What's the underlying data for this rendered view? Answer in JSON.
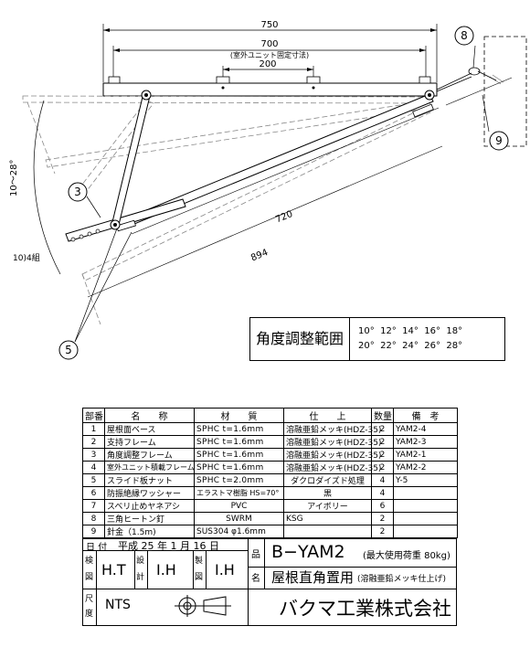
{
  "drawing": {
    "dims": {
      "d750": "750",
      "d700": "700",
      "note": "(室外ユニット固定寸法)",
      "d200": "200",
      "d720": "720",
      "d894": "894",
      "angle_range": "10～28°",
      "ref10": "10)4組"
    },
    "balloons": [
      "3",
      "5",
      "8",
      "9"
    ]
  },
  "angle_table": {
    "label": "角度調整範囲",
    "row1": "10°  12°  14°  16°  18°",
    "row2": "20°  22°  24°  26°  28°"
  },
  "parts_table": {
    "headers": {
      "no": "部番",
      "name": "名　　称",
      "material": "材　　質",
      "finish": "仕　　上",
      "qty": "数量",
      "remarks": "備　考"
    },
    "rows": [
      {
        "no": "1",
        "name": "屋根面ベース",
        "material": "SPHC t=1.6mm",
        "finish": "溶融亜鉛メッキ(HDZ-35)",
        "qty": "2",
        "remarks": "YAM2-4"
      },
      {
        "no": "2",
        "name": "支持フレーム",
        "material": "SPHC t=1.6mm",
        "finish": "溶融亜鉛メッキ(HDZ-35)",
        "qty": "2",
        "remarks": "YAM2-3"
      },
      {
        "no": "3",
        "name": "角度調整フレーム",
        "material": "SPHC t=1.6mm",
        "finish": "溶融亜鉛メッキ(HDZ-35)",
        "qty": "2",
        "remarks": "YAM2-1"
      },
      {
        "no": "4",
        "name": "室外ユニット積載フレーム",
        "material": "SPHC t=1.6mm",
        "finish": "溶融亜鉛メッキ(HDZ-35)",
        "qty": "2",
        "remarks": "YAM2-2"
      },
      {
        "no": "5",
        "name": "スライド板ナット",
        "material": "SPHC t=2.0mm",
        "finish": "ダクロダイズド処理",
        "qty": "4",
        "remarks": "Y-5"
      },
      {
        "no": "6",
        "name": "防振絶縁ワッシャー",
        "material": "エラストマ樹脂 HS=70°",
        "finish": "黒",
        "qty": "4",
        "remarks": ""
      },
      {
        "no": "7",
        "name": "スベリ止めヤネアシ",
        "material": "PVC",
        "finish": "アイボリー",
        "qty": "6",
        "remarks": ""
      },
      {
        "no": "8",
        "name": "三角ヒートン釘",
        "material": "SWRM",
        "finish": "KSG",
        "qty": "2",
        "remarks": ""
      },
      {
        "no": "9",
        "name": "針金（1.5m)",
        "material": "SUS304 φ1.6mm",
        "finish": "",
        "qty": "2",
        "remarks": ""
      }
    ]
  },
  "title_block": {
    "date_label": "日 付",
    "date_value": "平成 25 年  1 月 16 日",
    "check_label": "検図",
    "check_name": "H.T",
    "design_label": "設計",
    "design_name": "I.H",
    "drawn_label": "製図",
    "drawn_name": "I.H",
    "hin_label": "品",
    "model": "B−YAM2",
    "load_note": "(最大使用荷重 80kg)",
    "mei_label": "名",
    "product_name": "屋根直角置用",
    "finish_note": "(溶融亜鉛メッキ仕上げ)",
    "scale_label": "尺度",
    "scale_value": "NTS",
    "company": "バクマ工業株式会社"
  }
}
